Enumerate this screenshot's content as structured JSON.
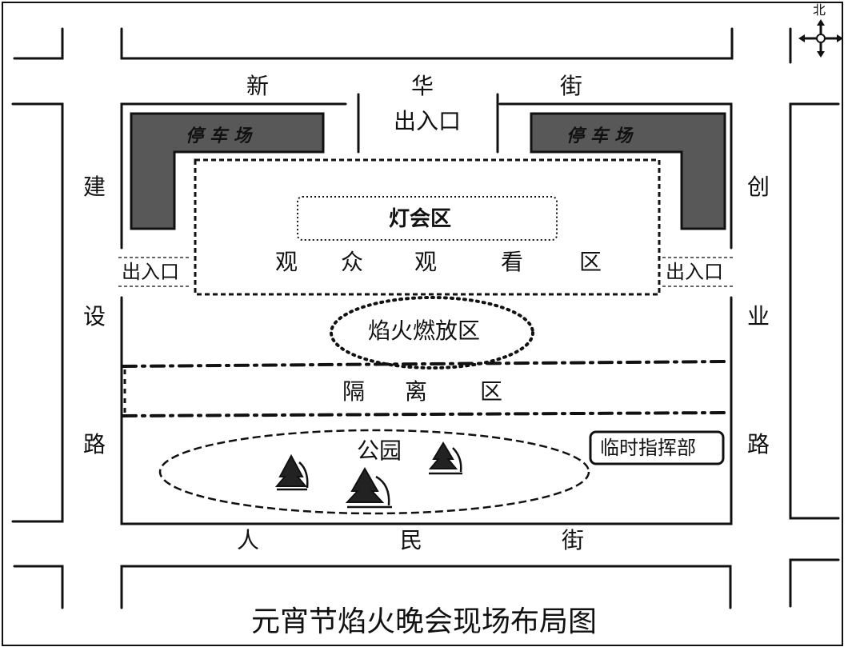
{
  "map": {
    "title": "元宵节焰火晚会现场布局图",
    "compass": {
      "north_label": "北"
    },
    "streets": {
      "north": [
        "新",
        "华",
        "街"
      ],
      "south": [
        "人",
        "民",
        "街"
      ],
      "west": [
        "建",
        "设",
        "路"
      ],
      "east": [
        "创",
        "业",
        "路"
      ]
    },
    "entrances": {
      "north": "出入口",
      "west": "出入口",
      "east": "出入口"
    },
    "parking": {
      "left_label": "停车场",
      "right_label": "停车场",
      "fill_color": "#585858"
    },
    "zones": {
      "lantern": "灯会区",
      "audience": [
        "观",
        "众",
        "观",
        "看",
        "区"
      ],
      "fireworks": "焰火燃放区",
      "isolation": [
        "隔",
        "离",
        "区"
      ],
      "park": "公园",
      "command": "临时指挥部"
    }
  }
}
